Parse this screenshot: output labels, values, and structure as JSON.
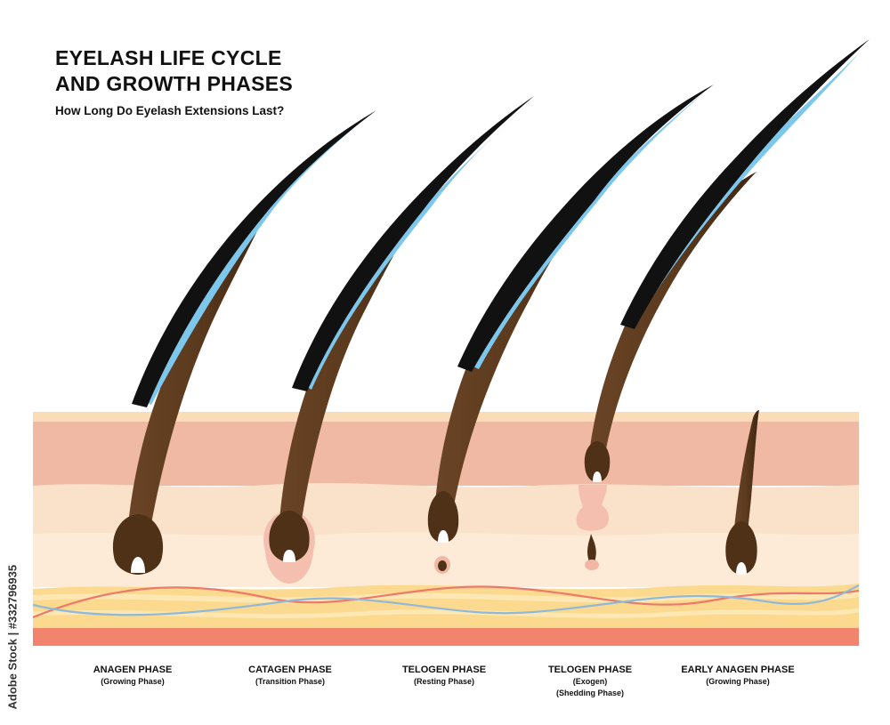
{
  "title_line1": "EYELASH LIFE CYCLE",
  "title_line2": "AND GROWTH PHASES",
  "subtitle": "How Long Do Eyelash Extensions Last?",
  "phases": [
    {
      "name": "ANAGEN PHASE",
      "sub": [
        "(Growing Phase)"
      ]
    },
    {
      "name": "CATAGEN PHASE",
      "sub": [
        "(Transition Phase)"
      ]
    },
    {
      "name": "TELOGEN PHASE",
      "sub": [
        "(Resting Phase)"
      ]
    },
    {
      "name": "TELOGEN PHASE",
      "sub": [
        "(Exogen)",
        "(Shedding Phase)"
      ]
    },
    {
      "name": "EARLY ANAGEN PHASE",
      "sub": [
        "(Growing Phase)"
      ]
    }
  ],
  "watermark_text": "Adobe Stock | #332796935",
  "colors": {
    "skin_top": "#fbdcb8",
    "epidermis": "#f0b9a4",
    "dermis": "#fae1c9",
    "dermis_light": "#fdebd8",
    "fat_layer": "#fbd98f",
    "muscle": "#f2846e",
    "natural_lash": "#5b3a1e",
    "extension": "#111111",
    "glue": "#7ec7ec",
    "vein_red": "#ec7a6c",
    "vein_blue": "#8fb9d9"
  }
}
